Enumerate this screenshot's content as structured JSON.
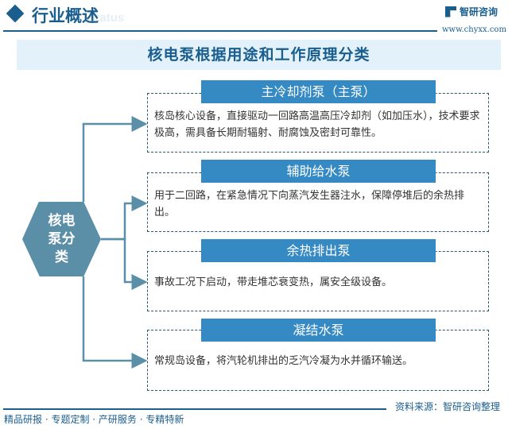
{
  "header": {
    "title": "行业概述",
    "watermark": "status",
    "logo_name": "智研咨询",
    "url": "www.chyxx.com"
  },
  "banner": {
    "title": "核电泵根据用途和工作原理分类"
  },
  "center": {
    "label": "核电泵分类"
  },
  "categories": [
    {
      "name": "主冷却剂泵（主泵）",
      "desc": "核岛核心设备，直接驱动一回路高温高压冷却剂（如加压水），技术要求极高，需具备长期耐辐射、耐腐蚀及密封可靠性。"
    },
    {
      "name": "辅助给水泵",
      "desc": "用于二回路，在紧急情况下向蒸汽发生器注水，保障停堆后的余热排出。"
    },
    {
      "name": "余热排出泵",
      "desc": "事故工况下启动，带走堆芯衰变热，属安全级设备。"
    },
    {
      "name": "凝结水泵",
      "desc": "常规岛设备，将汽轮机排出的乏汽冷凝为水并循环输送。"
    }
  ],
  "footer": {
    "source": "资料来源：智研咨询整理",
    "slogan": "精品研报 · 专题定制 · 产研服务 · 专精特新"
  },
  "colors": {
    "primary": "#1a5e8e",
    "tag": "#358ac4",
    "connector": "#5b8fa8"
  }
}
